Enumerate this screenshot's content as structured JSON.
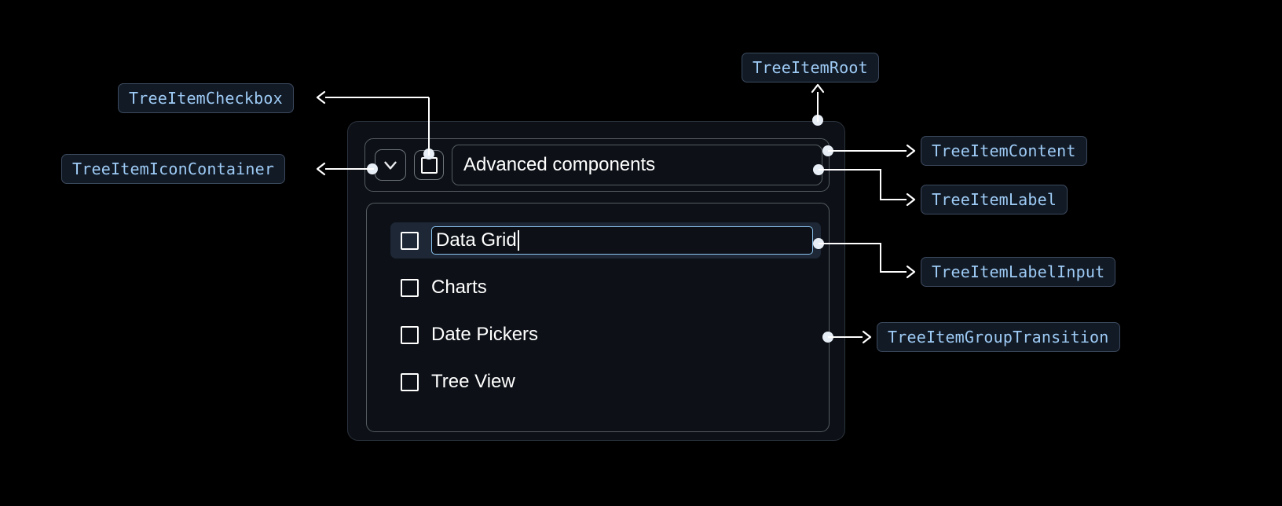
{
  "theme": {
    "background": "#000000",
    "panel_bg": "#0d1117",
    "panel_border": "#555b63",
    "anno_bg": "#121a26",
    "anno_border": "#3c4a5e",
    "anno_text": "#9ecbf5",
    "selected_row_bg": "#1d2735",
    "input_focus_border": "#8cc4f0",
    "connector": "#ffffff",
    "text": "#ffffff"
  },
  "annotations": [
    {
      "id": "checkbox",
      "label": "TreeItemCheckbox"
    },
    {
      "id": "icon_container",
      "label": "TreeItemIconContainer"
    },
    {
      "id": "root",
      "label": "TreeItemRoot"
    },
    {
      "id": "content",
      "label": "TreeItemContent"
    },
    {
      "id": "label",
      "label": "TreeItemLabel"
    },
    {
      "id": "label_input",
      "label": "TreeItemLabelInput"
    },
    {
      "id": "group_transition",
      "label": "TreeItemGroupTransition"
    }
  ],
  "tree": {
    "root_item": {
      "expand_icon": "chevron-down-icon",
      "checkbox_state": "unchecked",
      "label": "Advanced components",
      "expanded": true
    },
    "children": [
      {
        "label": "Data Grid",
        "checkbox_state": "unchecked",
        "editing": true,
        "selected": true
      },
      {
        "label": "Charts",
        "checkbox_state": "unchecked",
        "editing": false,
        "selected": false
      },
      {
        "label": "Date Pickers",
        "checkbox_state": "unchecked",
        "editing": false,
        "selected": false
      },
      {
        "label": "Tree View",
        "checkbox_state": "unchecked",
        "editing": false,
        "selected": false
      }
    ]
  }
}
